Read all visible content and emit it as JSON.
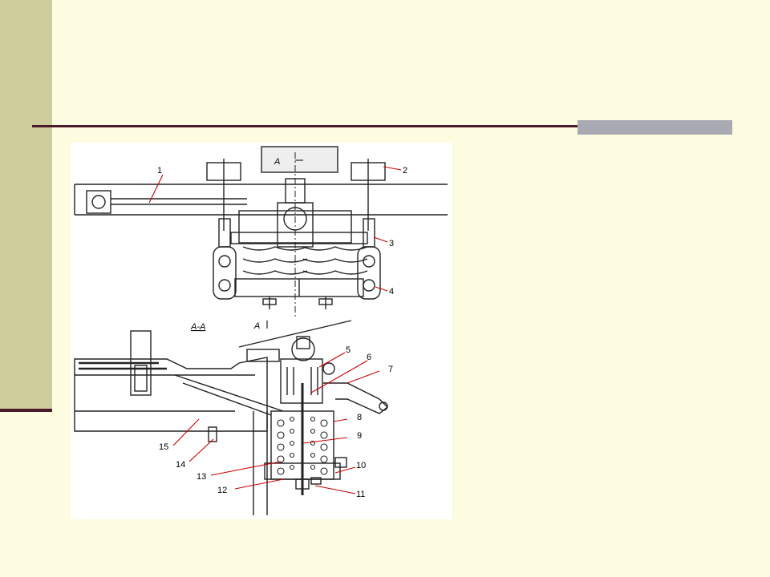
{
  "slide": {
    "colors": {
      "background": "#fdfce0",
      "sidebar": "#cfcc9b",
      "rule": "#4a1a2c",
      "accent": "#a9a9b4",
      "leader": "#cc0000"
    }
  },
  "diagram": {
    "top_view": {
      "section_marker_top": "A",
      "section_marker_bottom": "A",
      "labels": [
        "1",
        "2",
        "3",
        "4"
      ]
    },
    "section_view": {
      "title": "A-A",
      "labels": [
        "5",
        "6",
        "7",
        "8",
        "9",
        "10",
        "11",
        "12",
        "13",
        "14",
        "15"
      ]
    }
  }
}
